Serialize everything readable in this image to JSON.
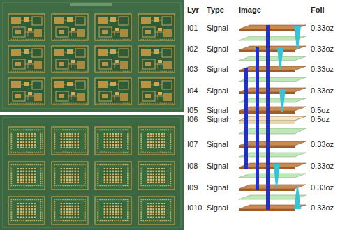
{
  "diagram": {
    "labels": [
      "Lyr",
      "Type",
      "Image",
      "Foil",
      "I01",
      "Signal",
      "0.33oz",
      "I02",
      "Signal",
      "0.33oz",
      "I03",
      "Signal",
      "0.33oz",
      "I04",
      "Signal",
      "0.33oz",
      "I05",
      "Signal",
      "0.5oz",
      "I06",
      "Signal",
      "0.5oz",
      "I07",
      "Signal",
      "0.33oz",
      "I08",
      "Signal",
      "0.33oz",
      "I09",
      "Signal",
      "0.33oz",
      "I010",
      "Signal",
      "0.33oz"
    ]
  }
}
